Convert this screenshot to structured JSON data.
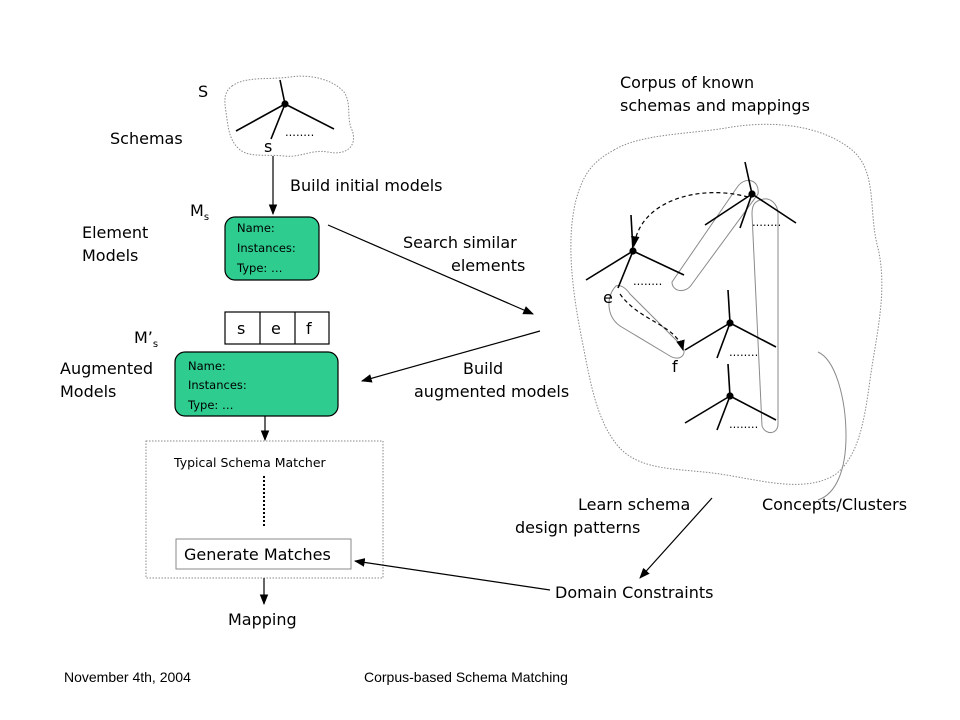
{
  "labels": {
    "S": "S",
    "schemas": "Schemas",
    "s_node": "s",
    "dots": "........",
    "build_initial": "Build initial models",
    "ms_main": "M",
    "ms_sub": "s",
    "element_models_1": "Element",
    "element_models_2": "Models",
    "m_prime_main": "M’",
    "m_prime_sub": "s",
    "augmented_models_1": "Augmented",
    "augmented_models_2": "Models",
    "search_similar_1": "Search similar",
    "search_similar_2": "elements",
    "build_augmented_1": "Build",
    "build_augmented_2": "augmented models",
    "corpus_1": "Corpus of known",
    "corpus_2": "schemas and mappings",
    "e_node": "e",
    "f_node": "f",
    "typical_matcher": "Typical Schema Matcher",
    "generate_matches": "Generate Matches",
    "mapping": "Mapping",
    "learn_patterns_1": "Learn schema",
    "learn_patterns_2": "design patterns",
    "concepts_clusters": "Concepts/Clusters",
    "domain_constraints": "Domain Constraints"
  },
  "element_model_box": {
    "name": "Name:",
    "instances": "Instances:",
    "type": "Type: …"
  },
  "augmented_model_box": {
    "name": "Name:",
    "instances": "Instances:",
    "type": "Type: …"
  },
  "sef_cells": [
    "s",
    "e",
    "f"
  ],
  "footer": {
    "date": "November 4th, 2004",
    "title": "Corpus-based Schema Matching"
  },
  "colors": {
    "model_box_fill": "#2ecc8f",
    "blob_stroke": "#8a8a8a"
  }
}
